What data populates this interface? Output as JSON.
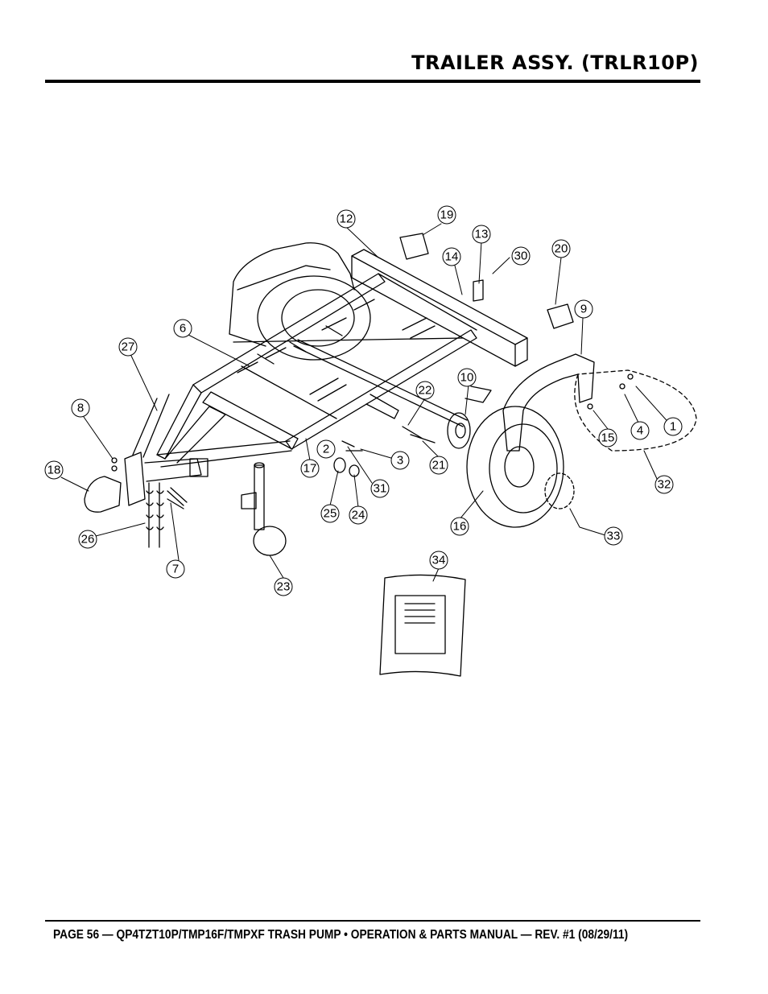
{
  "header": {
    "title": "TRAILER ASSY. (TRLR10P)"
  },
  "footer": {
    "text": "PAGE 56 — QP4TZT10P/TMP16F/TMPXF TRASH PUMP • OPERATION & PARTS MANUAL — REV. #1 (08/29/11)"
  },
  "callouts": {
    "c1": "1",
    "c2": "2",
    "c3": "3",
    "c4": "4",
    "c6": "6",
    "c7": "7",
    "c8": "8",
    "c9": "9",
    "c10": "10",
    "c12": "12",
    "c13": "13",
    "c14": "14",
    "c15": "15",
    "c16": "16",
    "c17": "17",
    "c18": "18",
    "c19": "19",
    "c20": "20",
    "c21": "21",
    "c22": "22",
    "c23": "23",
    "c24": "24",
    "c25": "25",
    "c26": "26",
    "c27": "27",
    "c30": "30",
    "c31": "31",
    "c32": "32",
    "c33": "33",
    "c34": "34"
  }
}
